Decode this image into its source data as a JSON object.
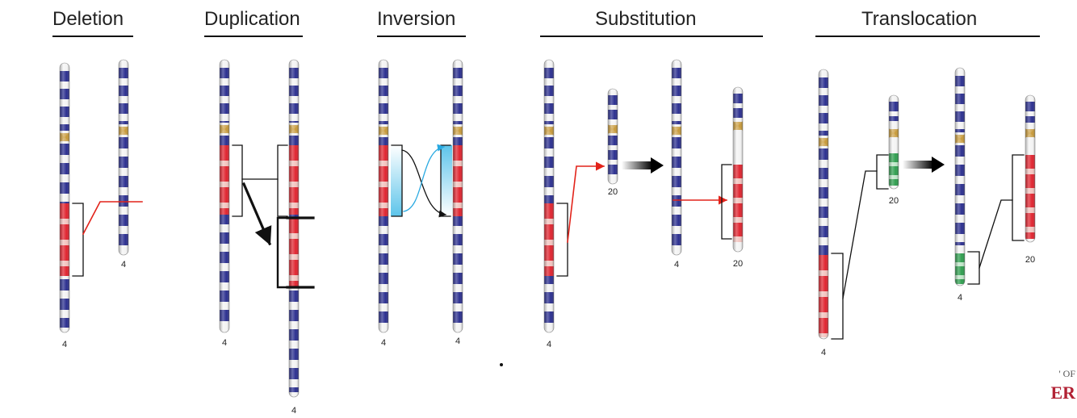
{
  "panels": [
    {
      "title": "Deletion"
    },
    {
      "title": "Duplication"
    },
    {
      "title": "Inversion"
    },
    {
      "title": "Substitution"
    },
    {
      "title": "Translocation"
    }
  ],
  "chromosome_labels": {
    "del_a": "4",
    "del_b": "4",
    "dup_a": "4",
    "dup_b": "4",
    "inv_a": "4",
    "inv_b": "4",
    "sub_a": "4",
    "sub_b": "20",
    "sub_c": "4",
    "sub_d": "20",
    "tra_a": "4",
    "tra_b": "20",
    "tra_c": "4",
    "tra_d": "20"
  },
  "corner_text": {
    "top": "' OF",
    "bottom": "ER"
  },
  "colors": {
    "band_blue": "#2b2f8f",
    "band_red": "#e0242f",
    "band_pink": "#f2c4bf",
    "band_green": "#2f9e4f",
    "band_green_light": "#bfe6c8",
    "centromere": "#c89a3a",
    "arrow_red": "#e2231a",
    "arrow_cyan": "#29a9e1",
    "highlight_cyan": "#7fd0ee"
  }
}
